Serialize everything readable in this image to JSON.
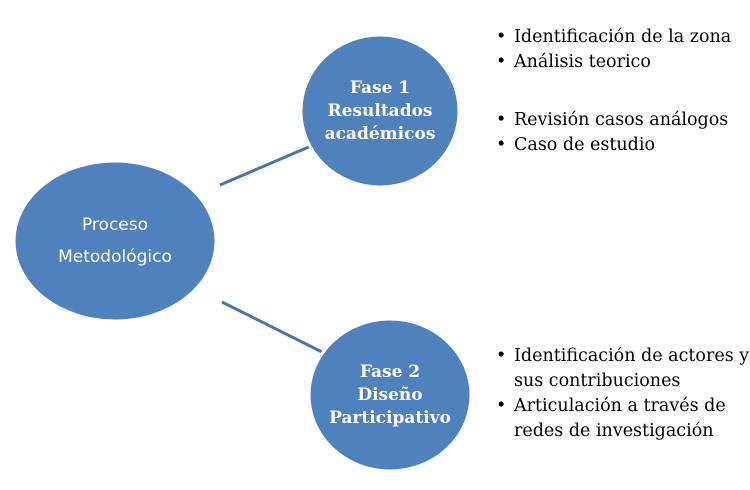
{
  "colors": {
    "node_fill": "#4f81bd",
    "node_stroke": "#ffffff",
    "connector": "#4a74a8"
  },
  "center": {
    "line1": "Proceso",
    "line2": "Metodológico"
  },
  "phase1": {
    "line1": "Fase 1",
    "line2": "Resultados",
    "line3": "académicos",
    "bullets_a": [
      "Identificación de la zona",
      "Análisis teorico"
    ],
    "bullets_b": [
      "Revisión casos análogos",
      "Caso de estudio"
    ]
  },
  "phase2": {
    "line1": "Fase 2",
    "line2": "Diseño",
    "line3": "Participativo",
    "bullets": [
      "Identificación de actores y sus contribuciones",
      "Articulación a través de redes de investigación"
    ]
  }
}
